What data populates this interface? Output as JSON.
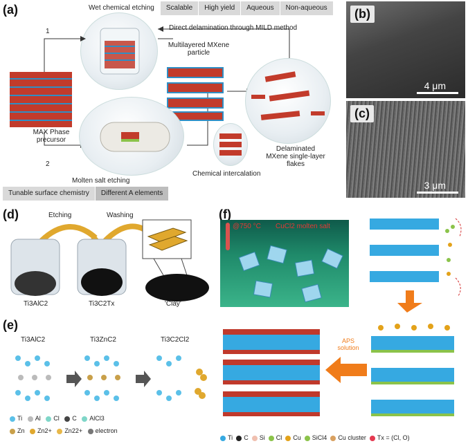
{
  "panel_a": {
    "label": "(a)",
    "wet_etching": "Wet chemical etching",
    "wet_tags": [
      "Scalable",
      "High yield",
      "Aqueous",
      "Non-aqueous"
    ],
    "route1": "1",
    "route2": "2",
    "mild": "Direct delamination through MILD method",
    "multilayer": "Multilayered MXene particle",
    "max_phase": "MAX Phase precursor",
    "delaminated": "Delaminated MXene single-layer flakes",
    "intercalation": "Chemical intercalation",
    "molten": "Molten salt etching",
    "molten_tags": [
      "Tunable surface chemistry",
      "Different A elements"
    ]
  },
  "panel_b": {
    "label": "(b)",
    "scale": "4 μm"
  },
  "panel_c": {
    "label": "(c)",
    "scale": "3 μm"
  },
  "panel_d": {
    "label": "(d)",
    "etching": "Etching",
    "washing": "Washing",
    "sample1": "Ti3AlC2",
    "sample2": "Ti3C2Tx",
    "sample3": "'Clay'"
  },
  "panel_e": {
    "label": "(e)",
    "titles": [
      "Ti3AlC2",
      "Ti3ZnC2",
      "Ti3C2Cl2"
    ],
    "legend1": [
      "Ti",
      "Al",
      "Cl",
      "C",
      "AlCl3"
    ],
    "legend2": [
      "Zn",
      "Zn2+",
      "Zn22+",
      "electron"
    ]
  },
  "panel_f": {
    "label": "(f)",
    "temp": "@750 °C",
    "salt": "CuCl2 molten salt",
    "aps": "APS solution",
    "legend": [
      "Ti",
      "C",
      "Si",
      "Cl",
      "Cu",
      "SiCl4",
      "Cu cluster",
      "Tx = (Cl, O)"
    ]
  },
  "colors": {
    "ti": "#36a9e1",
    "c": "#222222",
    "si": "#f0c0b0",
    "cl": "#8bc34a",
    "cu": "#e3a21a",
    "red_layer": "#c0392b",
    "arrow": "#f07c1a",
    "gold": "#e0a82e"
  }
}
